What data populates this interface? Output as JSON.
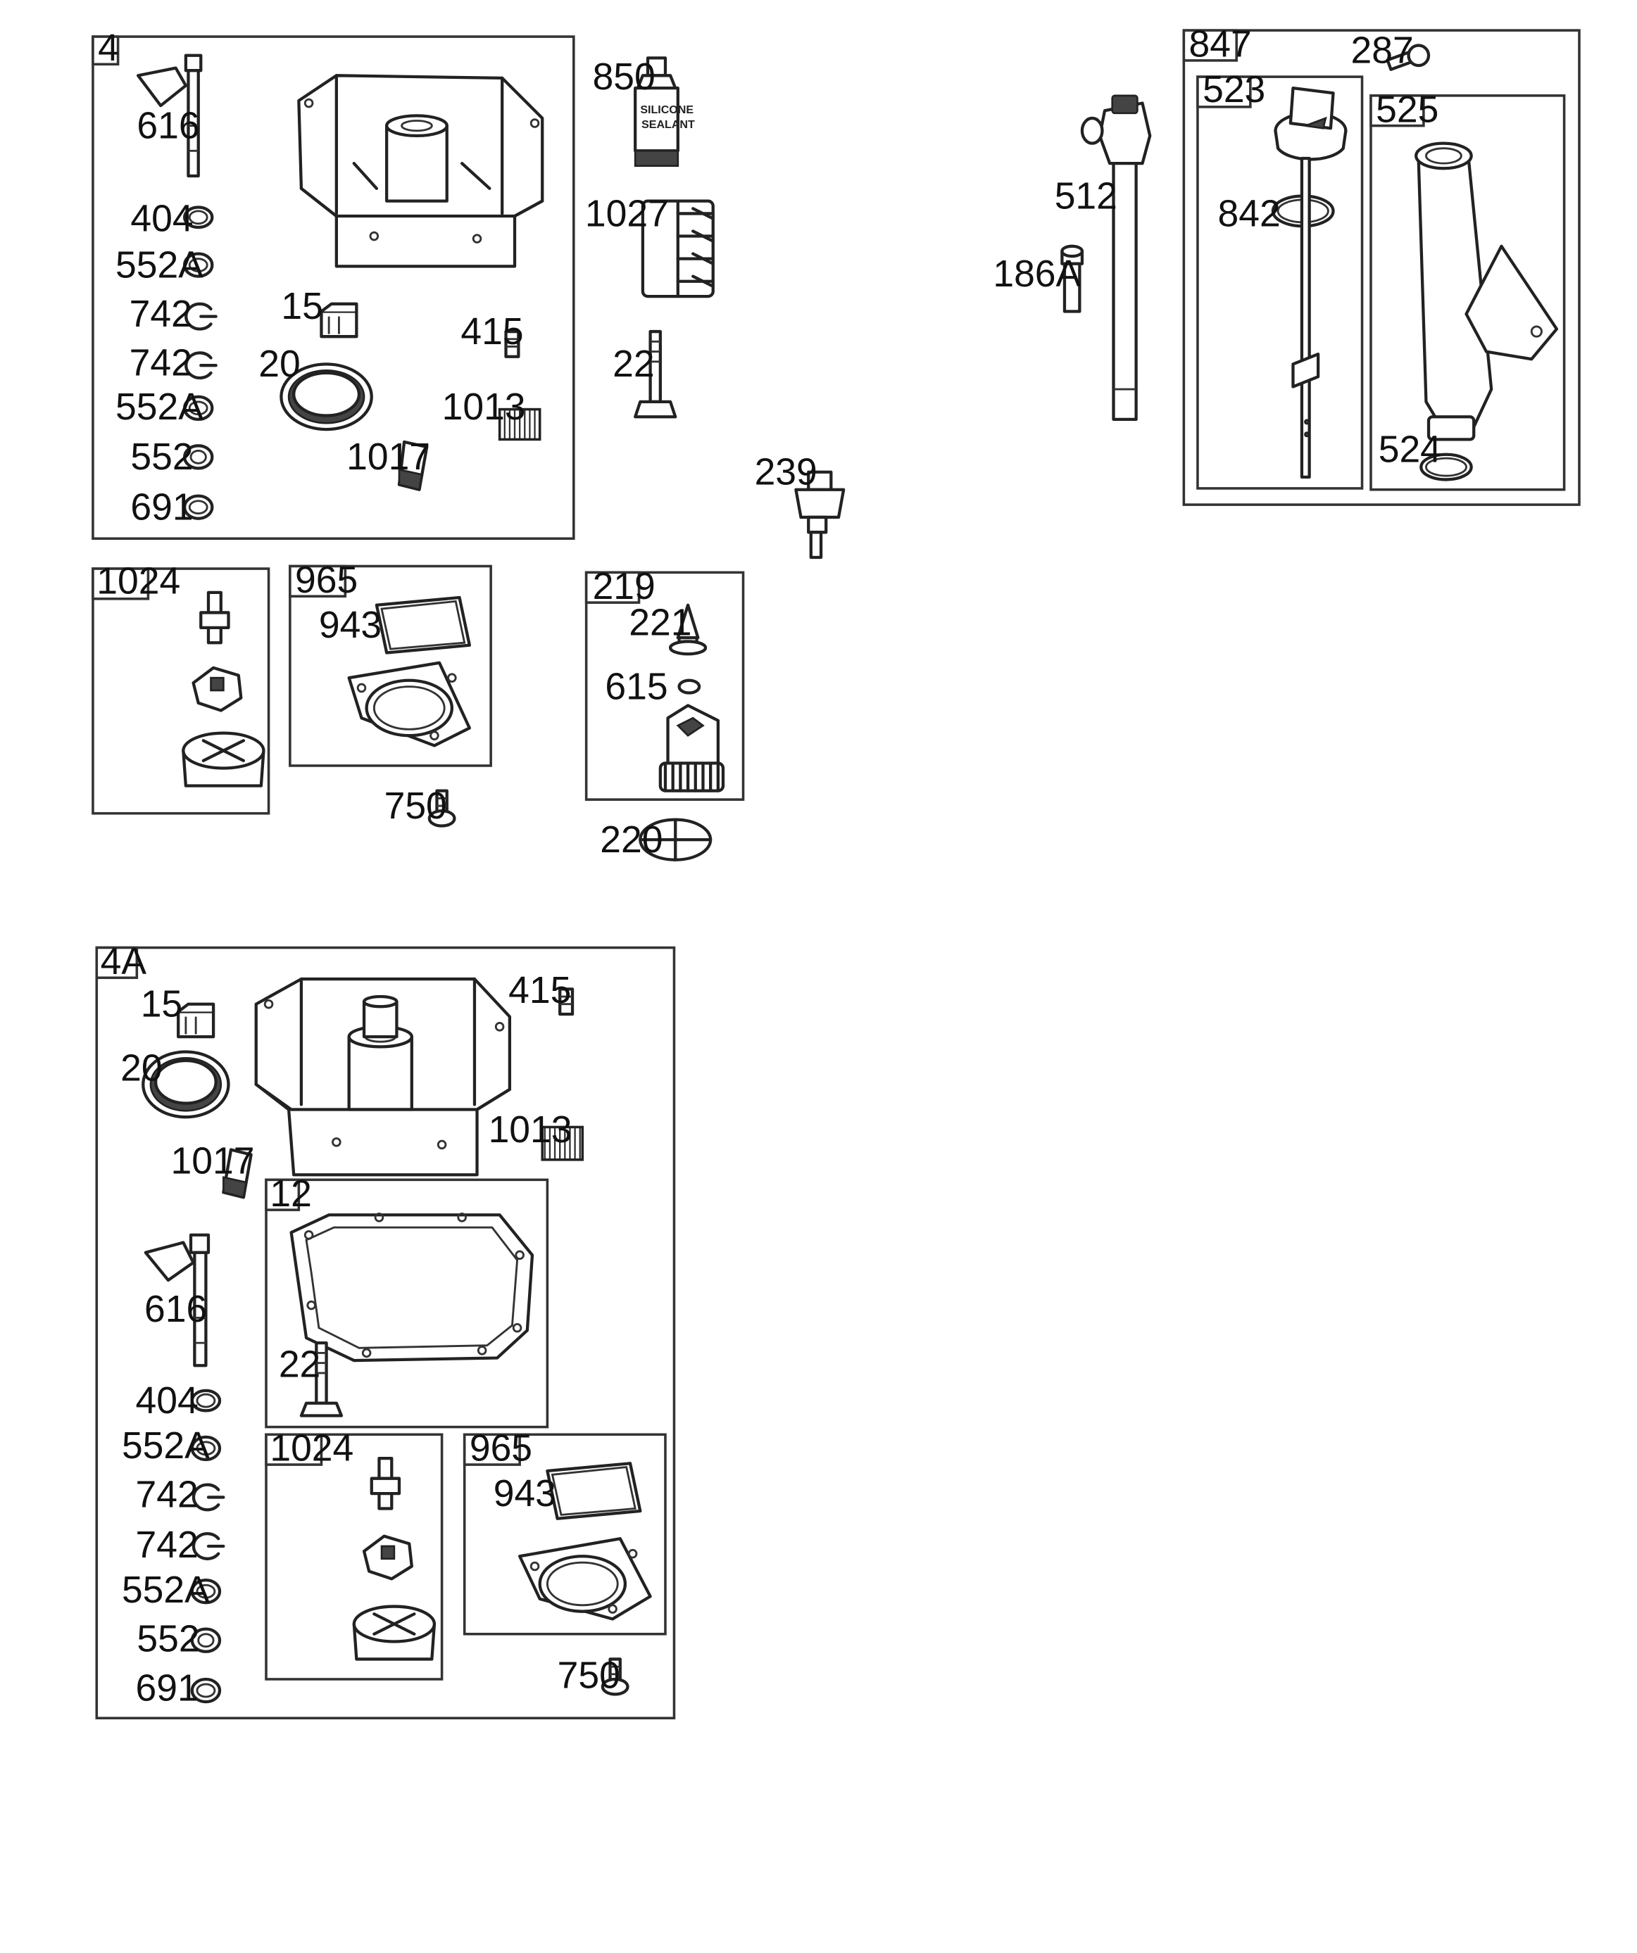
{
  "boxes": {
    "b4": "4",
    "b1024": "1024",
    "b965": "965",
    "b219": "219",
    "b847": "847",
    "b523": "523",
    "b525": "525",
    "b4A": "4A",
    "b12": "12",
    "b1024b": "1024",
    "b965b": "965"
  },
  "labels": {
    "p616": "616",
    "p404": "404",
    "p552A_1": "552A",
    "p742_1": "742",
    "p742_2": "742",
    "p552A_2": "552A",
    "p552": "552",
    "p691": "691",
    "p15": "15",
    "p20": "20",
    "p415": "415",
    "p1013": "1013",
    "p1017": "1017",
    "p850": "850",
    "p1027": "1027",
    "p22": "22",
    "p239": "239",
    "p943": "943",
    "p750": "750",
    "p221": "221",
    "p615": "615",
    "p220": "220",
    "p512": "512",
    "p186A": "186A",
    "p287": "287",
    "p842": "842",
    "p524": "524",
    "q15": "15",
    "q415": "415",
    "q20": "20",
    "q1013": "1013",
    "q1017": "1017",
    "q616": "616",
    "q22": "22",
    "q404": "404",
    "q552A_1": "552A",
    "q742_1": "742",
    "q742_2": "742",
    "q552A_2": "552A",
    "q552": "552",
    "q691": "691",
    "q943": "943",
    "q750": "750"
  },
  "tube_text": {
    "line1": "SILICONE",
    "line2": "SEALANT"
  }
}
